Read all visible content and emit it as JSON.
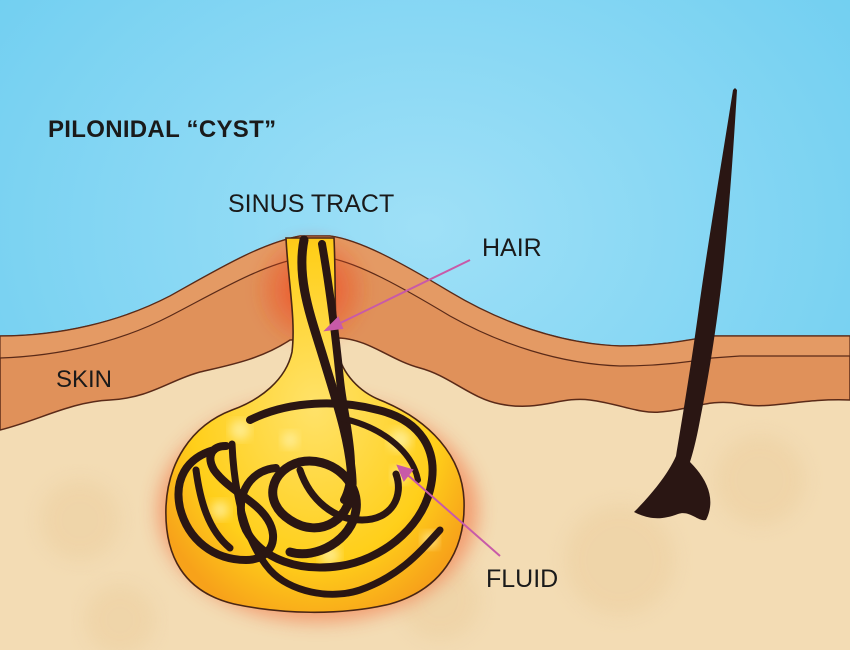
{
  "diagram": {
    "title": "PILONIDAL “CYST”",
    "labels": {
      "sinus_tract": "SINUS TRACT",
      "hair": "HAIR",
      "skin": "SKIN",
      "fluid": "FLUID"
    }
  },
  "colors": {
    "sky": "#6ccdf0",
    "skin_band": "#e0915a",
    "skin_dark": "#c9703a",
    "dermis": "#f3dcb4",
    "inflammation": "#f05a2a",
    "cyst_fill": "#ffd11a",
    "hair": "#2a1613",
    "pointer": "#c85aa8"
  }
}
